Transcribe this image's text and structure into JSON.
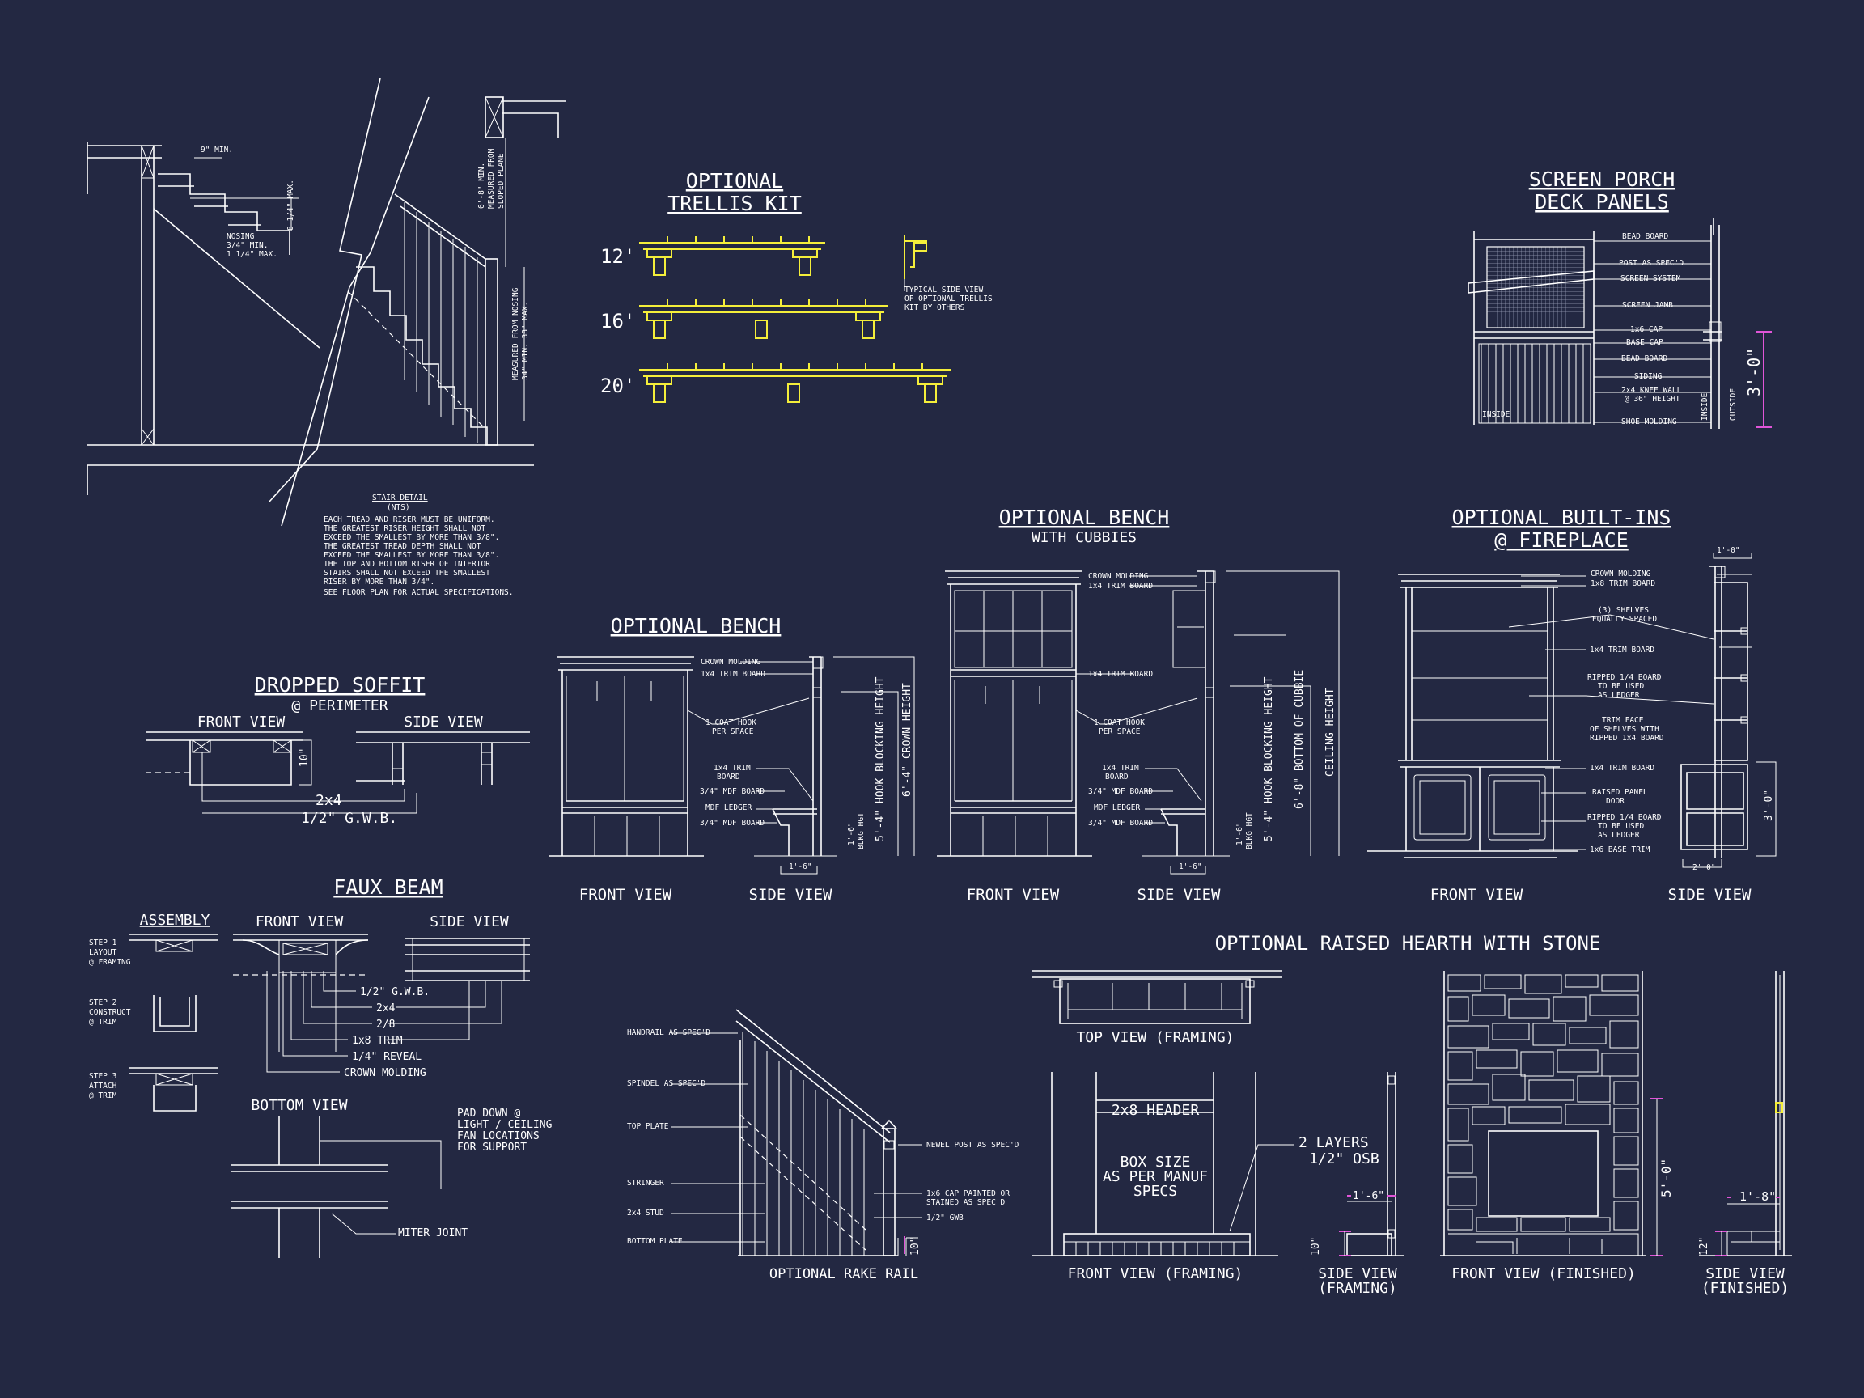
{
  "colors": {
    "background": "#232842",
    "linework": "#ffffff",
    "trellis": "#f4ee3a",
    "dimension_marks": "#e055d8"
  },
  "stair_detail": {
    "title": "STAIR DETAIL",
    "scale": "(NTS)",
    "notes": [
      "EACH TREAD AND RISER MUST BE UNIFORM.",
      "THE GREATEST RISER HEIGHT SHALL NOT",
      "EXCEED THE SMALLEST BY MORE THAN 3/8\".",
      "THE GREATEST TREAD DEPTH SHALL NOT",
      "EXCEED THE SMALLEST BY MORE THAN 3/8\".",
      "THE TOP AND BOTTOM RISER OF INTERIOR",
      "STAIRS SHALL NOT EXCEED THE SMALLEST",
      "RISER BY MORE THAN 3/4\".",
      "SEE FLOOR PLAN FOR ACTUAL SPECIFICATIONS."
    ],
    "tread_dim": "9\" MIN.",
    "riser_dim": "8 1/4\" MAX.",
    "nosing": [
      "NOSING",
      "3/4\" MIN.",
      "1 1/4\" MAX."
    ],
    "headroom": [
      "6'-8\" MIN.",
      "MEASURED FROM",
      "SLOPED PLANE"
    ],
    "rail_height": [
      "MEASURED FROM NOSING",
      "34\" MIN. 38\" MAX."
    ]
  },
  "trellis": {
    "title_lines": [
      "OPTIONAL",
      "TRELLIS KIT"
    ],
    "sizes": [
      "12'",
      "16'",
      "20'"
    ],
    "side_note": [
      "TYPICAL SIDE VIEW",
      "OF OPTIONAL TRELLIS",
      "KIT BY OTHERS"
    ]
  },
  "screen_porch": {
    "title_lines": [
      "SCREEN PORCH",
      "DECK PANELS"
    ],
    "labels": [
      "BEAD BOARD",
      "POST AS SPEC'D",
      "SCREEN SYSTEM",
      "SCREEN JAMB",
      "1x6 CAP",
      "BASE CAP",
      "BEAD BOARD",
      "SIDING",
      "2x4 KNEE WALL",
      "@ 36\" HEIGHT",
      "SHOE MOLDING"
    ],
    "inside": "INSIDE",
    "inside2": "INSIDE",
    "outside": "OUTSIDE",
    "height": "3'-0\""
  },
  "dropped_soffit": {
    "title": "DROPPED SOFFIT",
    "subtitle": "@ PERIMETER",
    "front": "FRONT VIEW",
    "side": "SIDE VIEW",
    "dim": "10\"",
    "l1": "2x4",
    "l2": "1/2\" G.W.B."
  },
  "faux_beam": {
    "title": "FAUX BEAM",
    "assembly": "ASSEMBLY",
    "front": "FRONT VIEW",
    "side": "SIDE VIEW",
    "bottom": "BOTTOM VIEW",
    "steps": [
      [
        "STEP 1",
        "LAYOUT",
        "@ FRAMING"
      ],
      [
        "STEP 2",
        "CONSTRUCT",
        "@ TRIM"
      ],
      [
        "STEP 3",
        "ATTACH",
        "@ TRIM"
      ]
    ],
    "labels": [
      "1/2\" G.W.B.",
      "2x4",
      "2/8",
      "1x8 TRIM",
      "1/4\" REVEAL",
      "CROWN MOLDING"
    ],
    "pad_note": [
      "PAD DOWN @",
      "LIGHT / CEILING",
      "FAN LOCATIONS",
      "FOR SUPPORT"
    ],
    "miter": "MITER JOINT"
  },
  "bench": {
    "title": "OPTIONAL BENCH",
    "labels": [
      "CROWN MOLDING",
      "1x4 TRIM BOARD",
      "1 COAT HOOK",
      "PER SPACE",
      "1x4 TRIM",
      "BOARD",
      "3/4\" MDF BOARD",
      "MDF LEDGER",
      "3/4\" MDF BOARD"
    ],
    "heights": [
      "6'-4\" CROWN HEIGHT",
      "5'-4\" HOOK BLOCKING HEIGHT",
      "1'-6\"",
      "BLKG HGT"
    ],
    "depth": "1'-6\"",
    "front": "FRONT VIEW",
    "side": "SIDE VIEW"
  },
  "bench_cubbies": {
    "title": "OPTIONAL BENCH",
    "subtitle": "WITH CUBBIES",
    "labels": [
      "CROWN MOLDING",
      "1x4 TRIM BOARD",
      "1x4 TRIM BOARD",
      "1 COAT HOOK",
      "PER SPACE",
      "1x4 TRIM",
      "BOARD",
      "3/4\" MDF BOARD",
      "MDF LEDGER",
      "3/4\" MDF BOARD"
    ],
    "heights": [
      "CEILING HEIGHT",
      "6'-8\" BOTTOM OF CUBBIE",
      "5'-4\" HOOK BLOCKING HEIGHT",
      "1'-6\"",
      "BLKG HGT"
    ],
    "depth": "1'-6\"",
    "front": "FRONT VIEW",
    "side": "SIDE VIEW"
  },
  "builtins": {
    "title_lines": [
      "OPTIONAL BUILT-INS",
      "@ FIREPLACE"
    ],
    "labels": [
      "CROWN MOLDING",
      "1x8 TRIM BOARD",
      "(3) SHELVES",
      "EQUALLY SPACED",
      "1x4 TRIM BOARD",
      "RIPPED 1/4 BOARD",
      "TO BE USED",
      "AS LEDGER",
      "TRIM FACE",
      "OF SHELVES WITH",
      "RIPPED 1x4 BOARD",
      "1x4 TRIM BOARD",
      "RAISED PANEL",
      "DOOR",
      "RIPPED 1/4 BOARD",
      "TO BE USED",
      "AS LEDGER",
      "1x6 BASE TRIM"
    ],
    "top_dim": "1'-0\"",
    "height": "3'-0\"",
    "depth": "2'-0\"",
    "front": "FRONT VIEW",
    "side": "SIDE VIEW"
  },
  "rake_rail": {
    "title": "OPTIONAL RAKE RAIL",
    "labels": [
      "HANDRAIL AS SPEC'D",
      "SPINDEL AS SPEC'D",
      "TOP PLATE",
      "STRINGER",
      "2x4 STUD",
      "BOTTOM PLATE",
      "NEWEL POST AS SPEC'D",
      "1x6 CAP PAINTED OR",
      "STAINED AS SPEC'D",
      "1/2\" GWB"
    ],
    "dim": "10\""
  },
  "hearth": {
    "title": "OPTIONAL RAISED HEARTH WITH STONE",
    "top": "TOP VIEW (FRAMING)",
    "header": "2x8 HEADER",
    "box": [
      "BOX SIZE",
      "AS PER MANUF",
      "SPECS"
    ],
    "layers": [
      "2 LAYERS",
      "1/2\" OSB"
    ],
    "front_framing": "FRONT VIEW (FRAMING)",
    "side_framing": [
      "SIDE VIEW",
      "(FRAMING)"
    ],
    "front_finished": "FRONT VIEW (FINISHED)",
    "side_finished": [
      "SIDE VIEW",
      "(FINISHED)"
    ],
    "dims": [
      "1'-6\"",
      "10\"",
      "5'-0\"",
      "1'-8\"",
      "12\""
    ]
  }
}
